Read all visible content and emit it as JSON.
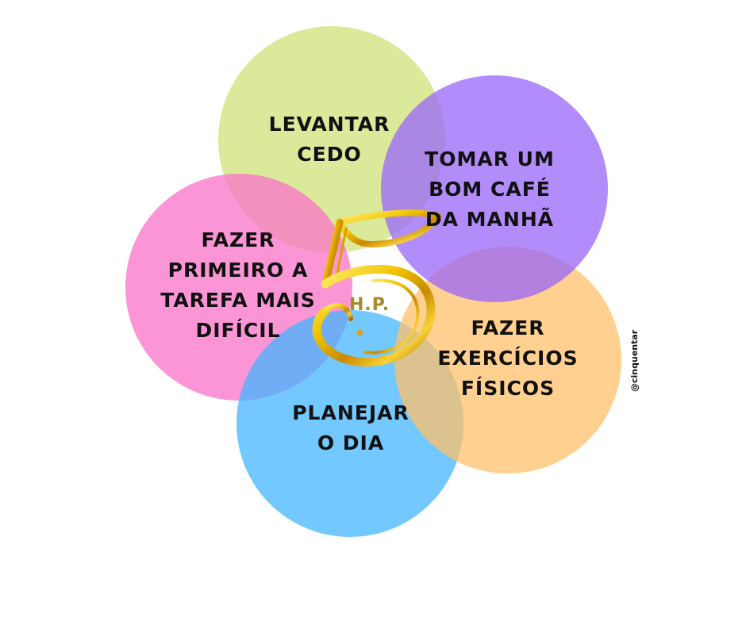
{
  "items": {
    "levantar": {
      "line1": "LEVANTAR",
      "line2": "CEDO",
      "color": "#cfe27a"
    },
    "cafe": {
      "line1": "TOMAR UM",
      "line2": "BOM CAFÉ",
      "line3": "DA MANHÃ",
      "color": "#9a66fb"
    },
    "fazer_primeiro": {
      "line1": "FAZER",
      "line2": "PRIMEIRO A",
      "line3": "TAREFA MAIS",
      "line4": "DIFÍCIL",
      "color": "#fb72c8"
    },
    "exercicios": {
      "line1": "FAZER",
      "line2": "EXERCÍCIOS",
      "line3": "FÍSICOS",
      "color": "#ffc06a"
    },
    "planejar": {
      "line1": "PLANEJAR",
      "line2": "O DIA",
      "color": "#43b6ff"
    }
  },
  "logo": {
    "text": "H.P.",
    "sparkle": "✦",
    "icon": "five-gold-icon",
    "color": "#e0b000"
  },
  "handle": "@cinquentar"
}
